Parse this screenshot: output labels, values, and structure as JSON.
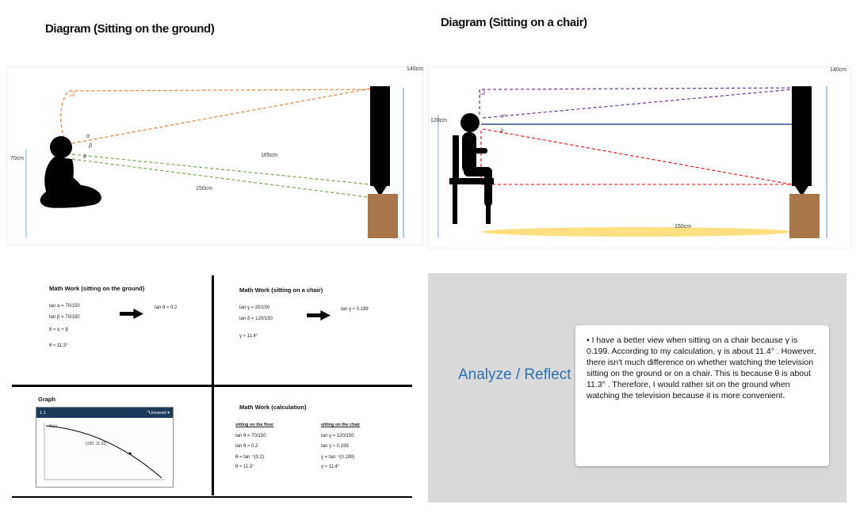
{
  "titles": {
    "ground": "Diagram (Sitting on the ground)",
    "chair": "Diagram (Sitting on a chair)"
  },
  "colors": {
    "accent_orange": "#ed7d31",
    "accent_green": "#70ad47",
    "accent_purple": "#7030a0",
    "accent_red": "#ff0000",
    "accent_blue": "#5b9bd5",
    "accent_yellow": "#ffc000",
    "heading_blue": "#2e74b5",
    "panel_gray": "#d9d9d9",
    "table_brown": "#a9764a"
  },
  "diagram_ground": {
    "labels": {
      "tv_height": "140cm",
      "eye_height": "70cm",
      "distance": "150cm",
      "sightline": "165cm",
      "angle_alpha": "α",
      "angle_beta": "β",
      "angle_theta": "θ"
    }
  },
  "diagram_chair": {
    "labels": {
      "tv_height": "140cm",
      "eye_height": "120cm",
      "distance": "150cm",
      "angle_gamma": "γ",
      "angle_theta": "θ"
    }
  },
  "mathwork_ground": {
    "title": "Math Work (sitting on the ground)",
    "lines": [
      "tan α = 70/150",
      "tan β = 70/150",
      "θ = α + β",
      "tan θ ≈ 0.2",
      "θ ≈ 11.3°"
    ]
  },
  "mathwork_chair": {
    "title": "Math Work (sitting on a chair)",
    "lines": [
      "tan γ = 20/150",
      "tan δ = 120/150",
      "tan γ ≈ 0.199",
      "γ ≈ 11.4°"
    ]
  },
  "graph": {
    "title": "Graph",
    "calc_tab": "1.1",
    "calc_doc": "*Unsaved ▾",
    "fn_label": "f1(x)",
    "point_label": "(150, 11.31)"
  },
  "mathwork_calc": {
    "title": "Math Work (calculation)",
    "col_left": "sitting on the floor",
    "col_right": "sitting on the chair",
    "left_lines": [
      "tan θ = 70/150",
      "tan θ ≈ 0.2",
      "θ = tan⁻¹(0.2)",
      "θ ≈ 11.3°"
    ],
    "right_lines": [
      "tan γ = 120/150",
      "tan γ ≈ 0.199",
      "γ = tan⁻¹(0.199)",
      "γ ≈ 11.4°"
    ]
  },
  "analyze": {
    "heading": "Analyze /  Reflect",
    "body": "• I have a better view when sitting on a chair because γ is 0.199.  According to my calculation, γ is about 11.4° .  However, there isn't much difference on whether watching the television sitting on the ground or on a chair. This is because θ is about 11.3° . Therefore, I  would rather sit on the ground when watching the television  because it is more convenient."
  }
}
